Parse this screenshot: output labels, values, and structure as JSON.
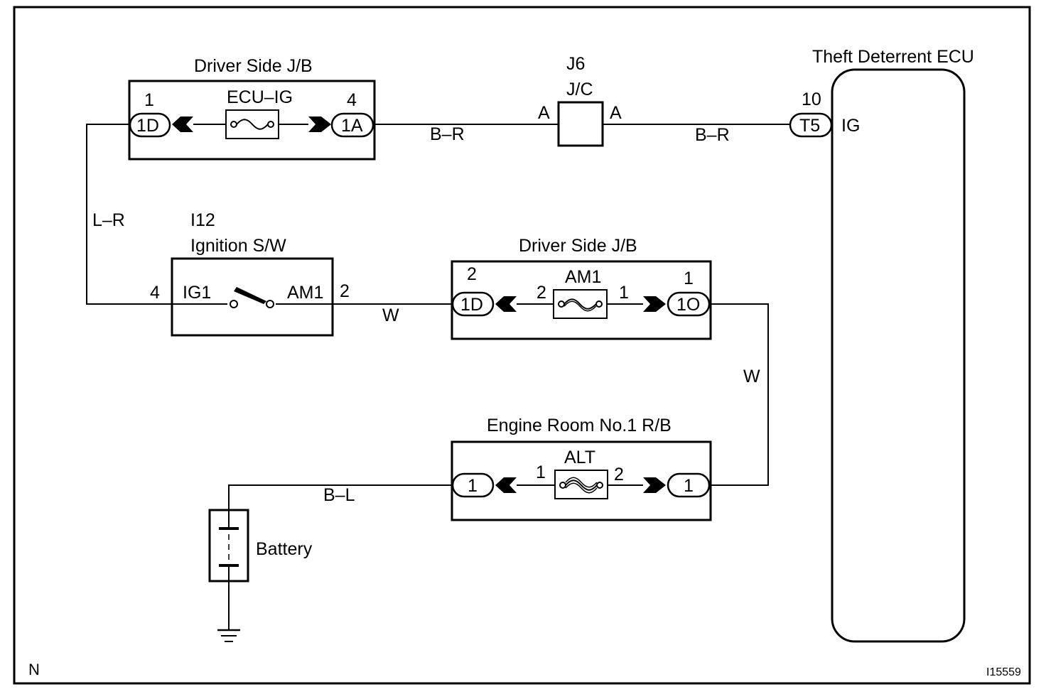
{
  "frame": {
    "corner_code": "N",
    "figure_id": "I15559"
  },
  "jb_top": {
    "title": "Driver Side J/B",
    "fuse_name": "ECU–IG",
    "left_pin": "1",
    "left_conn": "1D",
    "right_pin": "4",
    "right_conn": "1A"
  },
  "jc": {
    "code": "J6",
    "name": "J/C",
    "left_pin": "A",
    "right_pin": "A"
  },
  "ecu": {
    "title": "Theft Deterrent ECU",
    "pin": "10",
    "conn": "T5",
    "terminal": "IG"
  },
  "ign": {
    "code": "I12",
    "name": "Ignition S/W",
    "left_pin": "4",
    "left_term": "IG1",
    "right_term": "AM1",
    "right_pin": "2"
  },
  "jb_mid": {
    "title": "Driver Side J/B",
    "fuse_name": "AM1",
    "left_pin": "2",
    "left_conn": "1D",
    "fuse_left_pin": "2",
    "fuse_right_pin": "1",
    "right_pin": "1",
    "right_conn": "1O"
  },
  "rb": {
    "title": "Engine Room No.1 R/B",
    "fuse_name": "ALT",
    "left_conn": "1",
    "fuse_left_pin": "1",
    "fuse_right_pin": "2",
    "right_conn": "1"
  },
  "battery": {
    "label": "Battery"
  },
  "wires": {
    "jb_to_jc": "B–R",
    "jc_to_ecu": "B–R",
    "jb_to_ign": "L–R",
    "ign_to_jb": "W",
    "jb_to_rb": "W",
    "rb_to_batt": "B–L"
  }
}
